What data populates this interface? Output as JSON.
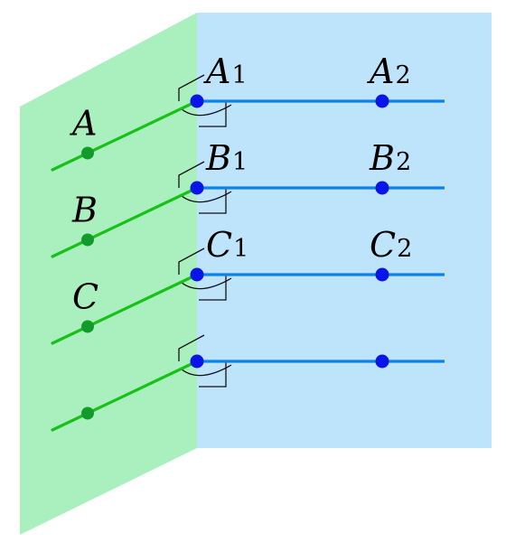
{
  "colors": {
    "left_plane": "#aaf0bf",
    "right_plane": "#bde4fb",
    "green_line": "#18c018",
    "green_point": "#129b2c",
    "blue_line": "#0f82e6",
    "blue_point": "#0a14e6",
    "angle_mark": "#111111"
  },
  "rows": [
    {
      "left_point": {
        "letter": "A",
        "sub": ""
      },
      "edge_point": {
        "letter": "A",
        "sub": "1"
      },
      "right_point": {
        "letter": "A",
        "sub": "2"
      }
    },
    {
      "left_point": {
        "letter": "B",
        "sub": ""
      },
      "edge_point": {
        "letter": "B",
        "sub": "1"
      },
      "right_point": {
        "letter": "B",
        "sub": "2"
      }
    },
    {
      "left_point": {
        "letter": "C",
        "sub": ""
      },
      "edge_point": {
        "letter": "C",
        "sub": "1"
      },
      "right_point": {
        "letter": "C",
        "sub": "2"
      }
    },
    {
      "left_point": {
        "letter": "",
        "sub": ""
      },
      "edge_point": {
        "letter": "",
        "sub": ""
      },
      "right_point": {
        "letter": "",
        "sub": ""
      }
    }
  ]
}
